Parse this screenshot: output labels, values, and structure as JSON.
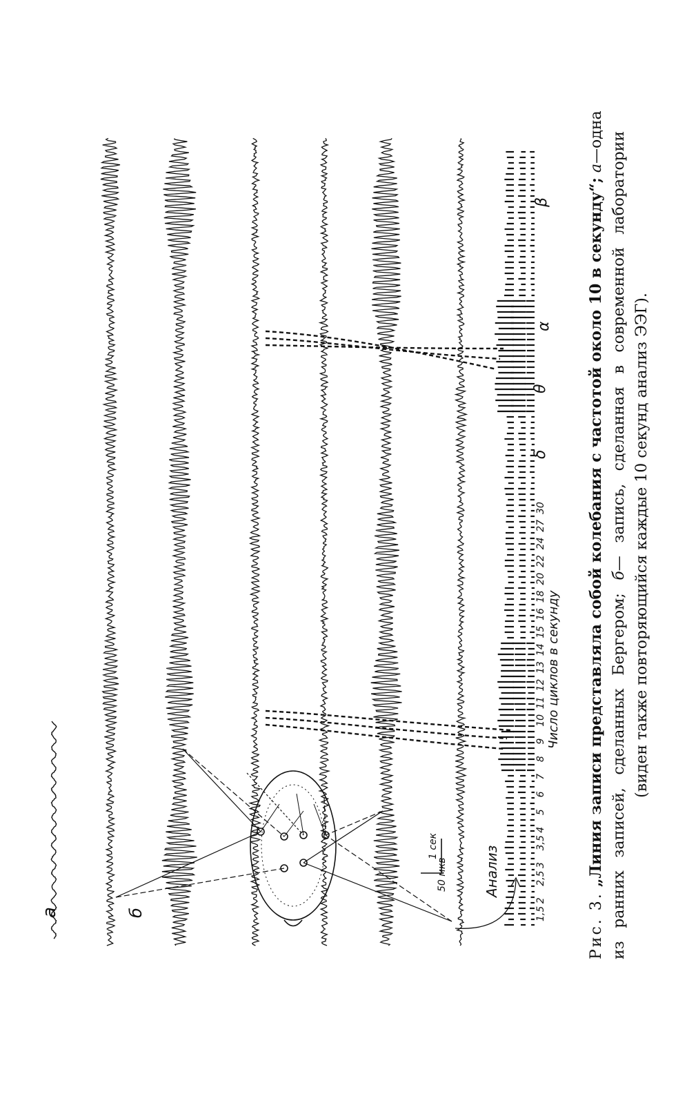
{
  "figure": {
    "panel_a_label": "а",
    "panel_b_label": "б",
    "scale_time": "1 сек",
    "scale_amp": "50 мкв",
    "analysis_label": "Анализ",
    "cycles_axis_label": "Число циклов в секунду",
    "cycle_numbers": [
      "1,5",
      "2",
      "2,5",
      "3",
      "3,5",
      "4",
      "5",
      "6",
      "7",
      "8",
      "9",
      "10",
      "11",
      "12",
      "13",
      "14",
      "15",
      "16",
      "18",
      "20",
      "22",
      "24",
      "27",
      "30"
    ],
    "bands": [
      "δ",
      "θ",
      "α",
      "β"
    ]
  },
  "caption": {
    "fig_prefix": "Рис. 3.",
    "title": "„Линия записи представляла собой колебания с частотой около 10 в секунду“;",
    "line1_tail_letter": "а",
    "line1_tail": "—одна",
    "line2": "из ранних записей, сделанных Бергером;",
    "line2_letter": "б",
    "line2_tail": "— запись, сделанная в современной лаборатории",
    "line3": "(виден также повторяющийся каждые 10 секунд анализ ЭЭГ)."
  }
}
